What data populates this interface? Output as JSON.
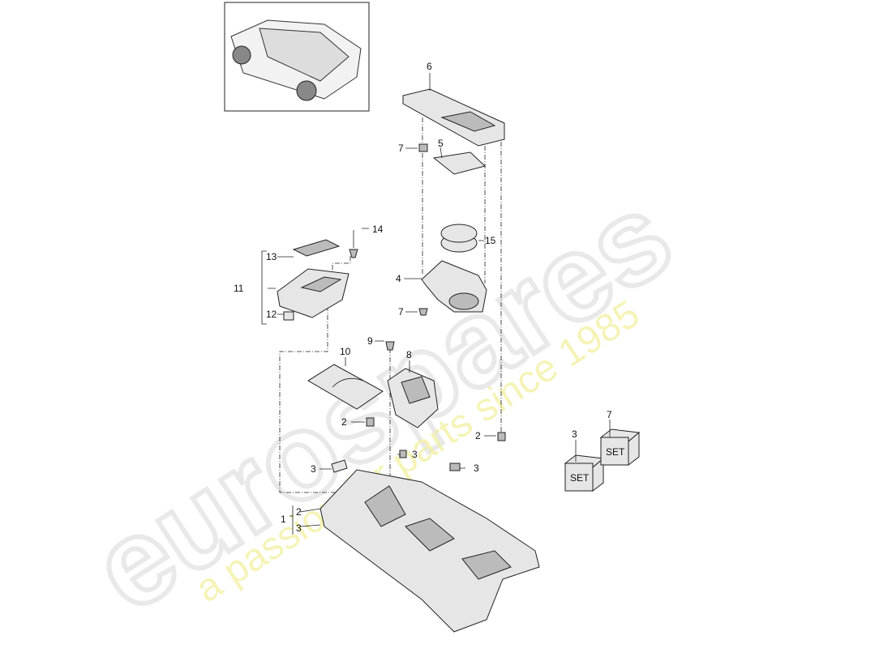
{
  "watermark": {
    "brand": "eurospares",
    "tagline": "a passion for parts since 1985"
  },
  "callouts": {
    "c1": "1",
    "c1_2": "2",
    "c1_3": "3",
    "c2a": "2",
    "c2b": "2",
    "c3a": "3",
    "c3b": "3",
    "c3c": "3",
    "c4": "4",
    "c5": "5",
    "c6": "6",
    "c7a": "7",
    "c7b": "7",
    "c8": "8",
    "c9": "9",
    "c10": "10",
    "c11": "11",
    "c12": "12",
    "c13": "13",
    "c14": "14",
    "c15": "15",
    "set3": "3",
    "set7": "7"
  },
  "set_boxes": {
    "label": "SET"
  }
}
